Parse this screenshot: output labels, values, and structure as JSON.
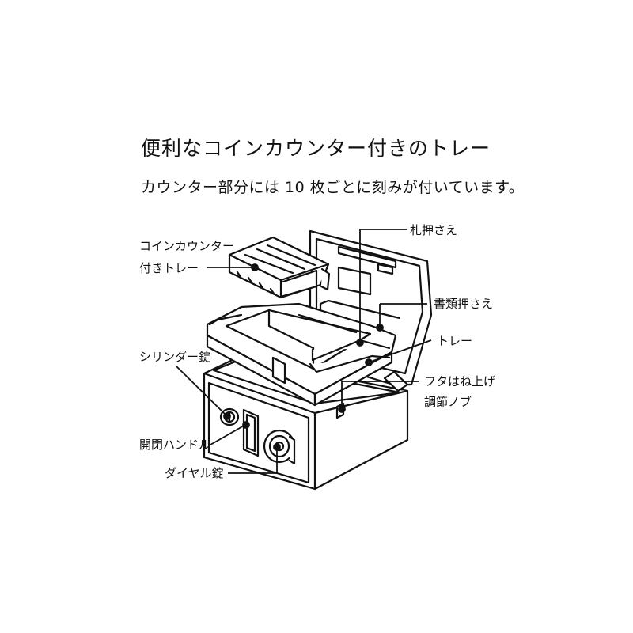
{
  "heading": "便利なコインカウンター付きのトレー",
  "subheading": "カウンター部分には 10 枚ごとに刻みが付いています。",
  "labels": {
    "coin_counter_tray_line1": "コインカウンター",
    "coin_counter_tray_line2": "付きトレー",
    "bill_holder": "札押さえ",
    "document_holder": "書類押さえ",
    "tray": "トレー",
    "lid_lift_line1": "フタはね上げ",
    "lid_lift_line2": "調節ノブ",
    "cylinder_lock": "シリンダー錠",
    "open_handle": "開閉ハンドル",
    "dial_lock": "ダイヤル錠"
  },
  "colors": {
    "line": "#111111",
    "background": "#ffffff"
  }
}
